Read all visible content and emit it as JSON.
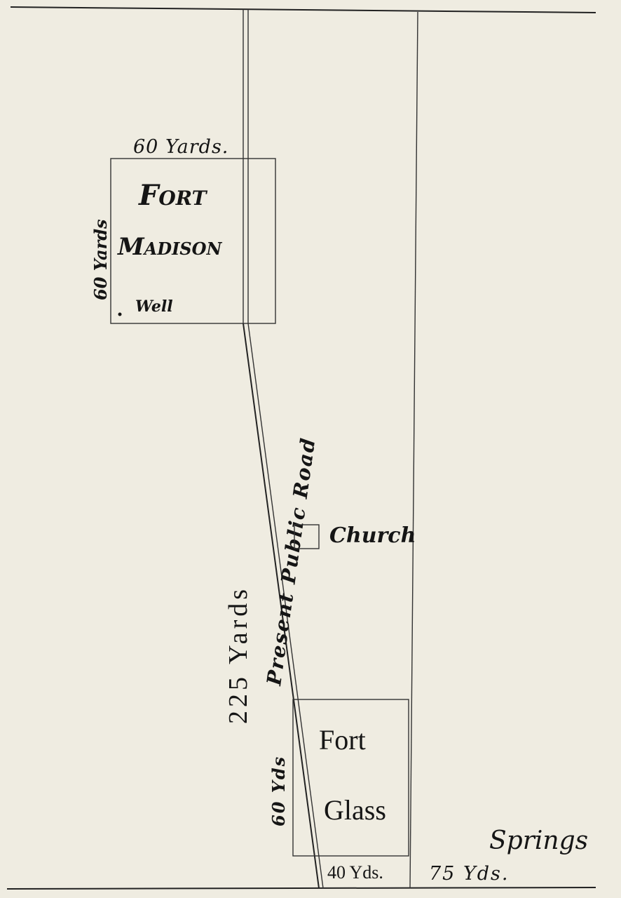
{
  "map": {
    "fort_madison": {
      "title_line1": "Fort",
      "title_line2": "Madison",
      "width_label": "60 Yards.",
      "height_label": "60 Yards",
      "well_label": "Well"
    },
    "road_label": "Present Public Road",
    "distance_label": "225 Yards",
    "church_label": "Church",
    "fort_glass": {
      "title_line1": "Fort",
      "title_line2": "Glass",
      "height_label": "60 Yds",
      "width_label": "40 Yds."
    },
    "springs_label": "Springs",
    "springs_distance_label": "75 Yds.",
    "colors": {
      "paper": "#efece1",
      "ink": "#151515"
    }
  }
}
